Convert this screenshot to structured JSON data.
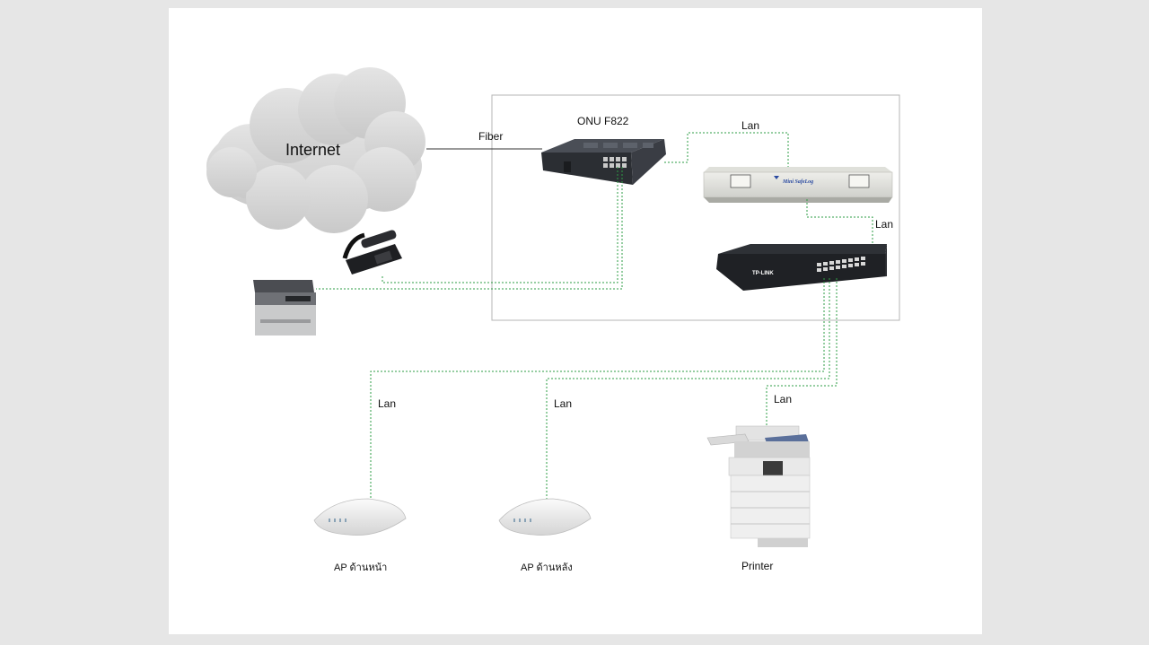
{
  "labels": {
    "internet": "Internet",
    "fiber": "Fiber",
    "onu": "ONU F822",
    "lan_top": "Lan",
    "lan_right": "Lan",
    "lan_ap_front": "Lan",
    "lan_ap_back": "Lan",
    "lan_printer": "Lan",
    "ap_front": "AP ด้านหน้า",
    "ap_back": "AP ด้านหลัง",
    "printer": "Printer"
  },
  "device_marks": {
    "logger_brand": "Mini SafeLog",
    "switch_brand": "TP-LINK"
  },
  "colors": {
    "lan_cable": "#2e9e44",
    "fiber_cable": "#333333",
    "enclosure_border": "#b4b4b4"
  }
}
